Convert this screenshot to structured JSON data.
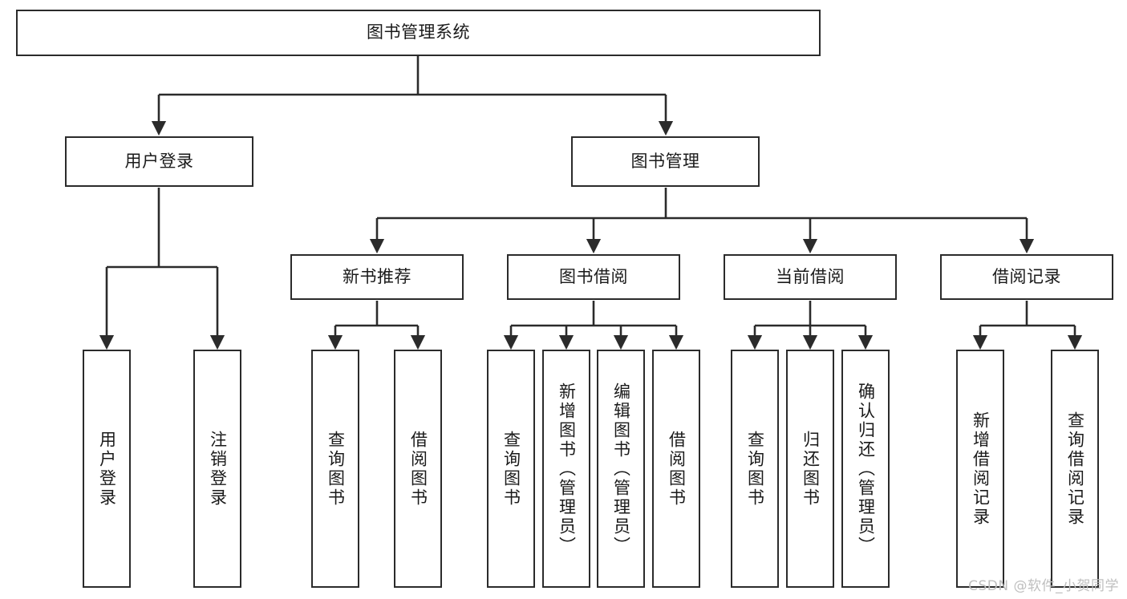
{
  "diagram": {
    "type": "tree-hierarchy",
    "title": "图书管理系统",
    "orientation": "top-down",
    "line_color": "#2b2b2b",
    "box_fill": "#ffffff",
    "text_color": "#1a1a1a",
    "levels": [
      {
        "level": 1,
        "nodes": [
          {
            "id": "root",
            "label": "图书管理系统",
            "text_direction": "horizontal"
          }
        ]
      },
      {
        "level": 2,
        "nodes": [
          {
            "id": "login",
            "label": "用户登录",
            "text_direction": "horizontal",
            "parent": "root"
          },
          {
            "id": "bookmgmt",
            "label": "图书管理",
            "text_direction": "horizontal",
            "parent": "root"
          }
        ]
      },
      {
        "level": 3,
        "nodes": [
          {
            "id": "newbook",
            "label": "新书推荐",
            "text_direction": "horizontal",
            "parent": "bookmgmt"
          },
          {
            "id": "borrow",
            "label": "图书借阅",
            "text_direction": "horizontal",
            "parent": "bookmgmt"
          },
          {
            "id": "current",
            "label": "当前借阅",
            "text_direction": "horizontal",
            "parent": "bookmgmt"
          },
          {
            "id": "records",
            "label": "借阅记录",
            "text_direction": "horizontal",
            "parent": "bookmgmt"
          }
        ]
      },
      {
        "level": 4,
        "nodes": [
          {
            "id": "leaf1",
            "label": "用户登录",
            "text_direction": "vertical",
            "parent": "login"
          },
          {
            "id": "leaf2",
            "label": "注销登录",
            "text_direction": "vertical",
            "parent": "login"
          },
          {
            "id": "leaf3",
            "label": "查询图书",
            "text_direction": "vertical",
            "parent": "newbook"
          },
          {
            "id": "leaf4",
            "label": "借阅图书",
            "text_direction": "vertical",
            "parent": "newbook"
          },
          {
            "id": "leaf5",
            "label": "查询图书",
            "text_direction": "vertical",
            "parent": "borrow"
          },
          {
            "id": "leaf6",
            "label": "新增图书（管理员）",
            "text_direction": "vertical",
            "parent": "borrow"
          },
          {
            "id": "leaf7",
            "label": "编辑图书（管理员）",
            "text_direction": "vertical",
            "parent": "borrow"
          },
          {
            "id": "leaf8",
            "label": "借阅图书",
            "text_direction": "vertical",
            "parent": "borrow"
          },
          {
            "id": "leaf9",
            "label": "查询图书",
            "text_direction": "vertical",
            "parent": "current"
          },
          {
            "id": "leaf10",
            "label": "归还图书",
            "text_direction": "vertical",
            "parent": "current"
          },
          {
            "id": "leaf11",
            "label": "确认归还（管理员）",
            "text_direction": "vertical",
            "parent": "current"
          },
          {
            "id": "leaf12",
            "label": "新增借阅记录",
            "text_direction": "vertical",
            "parent": "records"
          },
          {
            "id": "leaf13",
            "label": "查询借阅记录",
            "text_direction": "vertical",
            "parent": "records"
          }
        ]
      }
    ]
  },
  "watermark": {
    "text": "CSDN @软件_小贺同学"
  }
}
